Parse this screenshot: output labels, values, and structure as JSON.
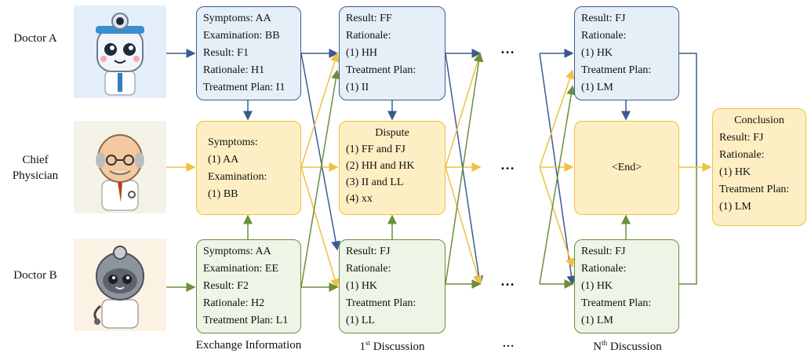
{
  "roles": {
    "doctor_a": "Doctor A",
    "chief_line1": "Chief",
    "chief_line2": "Physician",
    "doctor_b": "Doctor B"
  },
  "boxes": {
    "exchange_a": [
      "Symptoms: AA",
      "Examination: BB",
      "Result: F1",
      "Rationale: H1",
      "Treatment Plan: I1"
    ],
    "exchange_chief": [
      "Symptoms:",
      "(1) AA",
      "Examination:",
      "(1) BB"
    ],
    "exchange_b": [
      "Symptoms: AA",
      "Examination: EE",
      "Result: F2",
      "Rationale: H2",
      "Treatment Plan: L1"
    ],
    "d1_a": [
      "Result: FF",
      "Rationale:",
      "(1) HH",
      "Treatment Plan:",
      "(1) II"
    ],
    "d1_dispute_title": "Dispute",
    "d1_dispute": [
      "(1) FF and FJ",
      "(2) HH and HK",
      "(3) II and LL",
      "(4) xx"
    ],
    "d1_b": [
      "Result: FJ",
      "Rationale:",
      "(1) HK",
      "Treatment Plan:",
      "(1) LL"
    ],
    "dn_a": [
      "Result: FJ",
      "Rationale:",
      "(1) HK",
      "Treatment Plan:",
      "(1) LM"
    ],
    "dn_end": "<End>",
    "dn_b": [
      "Result: FJ",
      "Rationale:",
      "(1) HK",
      "Treatment Plan:",
      "(1) LM"
    ],
    "conclusion_title": "Conclusion",
    "conclusion": [
      "Result: FJ",
      "Rationale:",
      "(1) HK",
      "Treatment Plan:",
      "(1) LM"
    ]
  },
  "ellipsis": "…",
  "stages": {
    "exchange": "Exchange Information",
    "first_base": "1",
    "first_sup": "st",
    "first_rest": " Discussion",
    "dots": "…",
    "nth_base": "N",
    "nth_sup": "th",
    "nth_rest": " Discussion"
  },
  "colors": {
    "blue": "#3b5b8f",
    "yellow": "#f0c040",
    "green": "#6b8f3a"
  }
}
